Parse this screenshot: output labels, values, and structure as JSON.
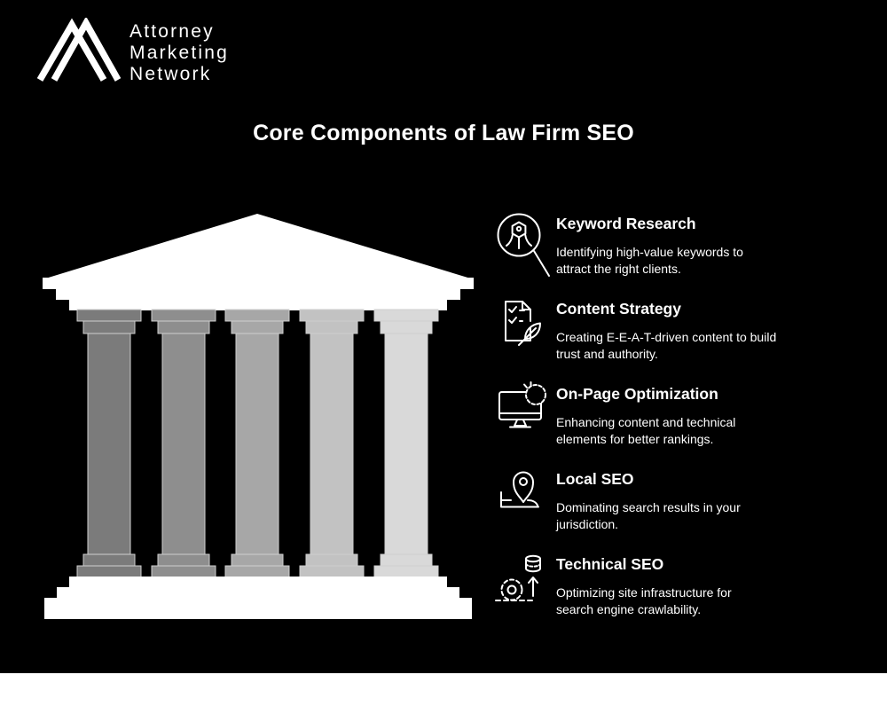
{
  "logo": {
    "name": "Attorney Marketing Network",
    "lines": [
      "Attorney",
      "Marketing",
      "Network"
    ]
  },
  "title": "Core Components of Law Firm SEO",
  "items": [
    {
      "icon": "magnifier-key-icon",
      "heading": "Keyword Research",
      "lines": [
        "Identifying high-value keywords to",
        "attract the right clients."
      ]
    },
    {
      "icon": "document-checklist-quill-icon",
      "heading": "Content Strategy",
      "lines": [
        "Creating E-E-A-T-driven content to build",
        "trust and authority."
      ]
    },
    {
      "icon": "monitor-gear-icon",
      "heading": "On-Page Optimization",
      "lines": [
        "Enhancing content and technical",
        "elements for better rankings."
      ]
    },
    {
      "icon": "map-pin-icon",
      "heading": "Local SEO",
      "lines": [
        "Dominating search results in your",
        "jurisdiction."
      ]
    },
    {
      "icon": "gear-database-arrow-icon",
      "heading": "Technical SEO",
      "lines": [
        "Optimizing site infrastructure for",
        "search engine crawlability."
      ]
    }
  ],
  "pillars": {
    "colors": [
      "#7b7b7b",
      "#8e8e8e",
      "#a7a7a7",
      "#c2c2c2",
      "#d9d9d9"
    ],
    "outline_color": "#cfcfcf",
    "structure_color": "#ffffff"
  },
  "colors": {
    "background": "#000000",
    "text": "#ffffff",
    "footer_strip": "#ffffff"
  }
}
